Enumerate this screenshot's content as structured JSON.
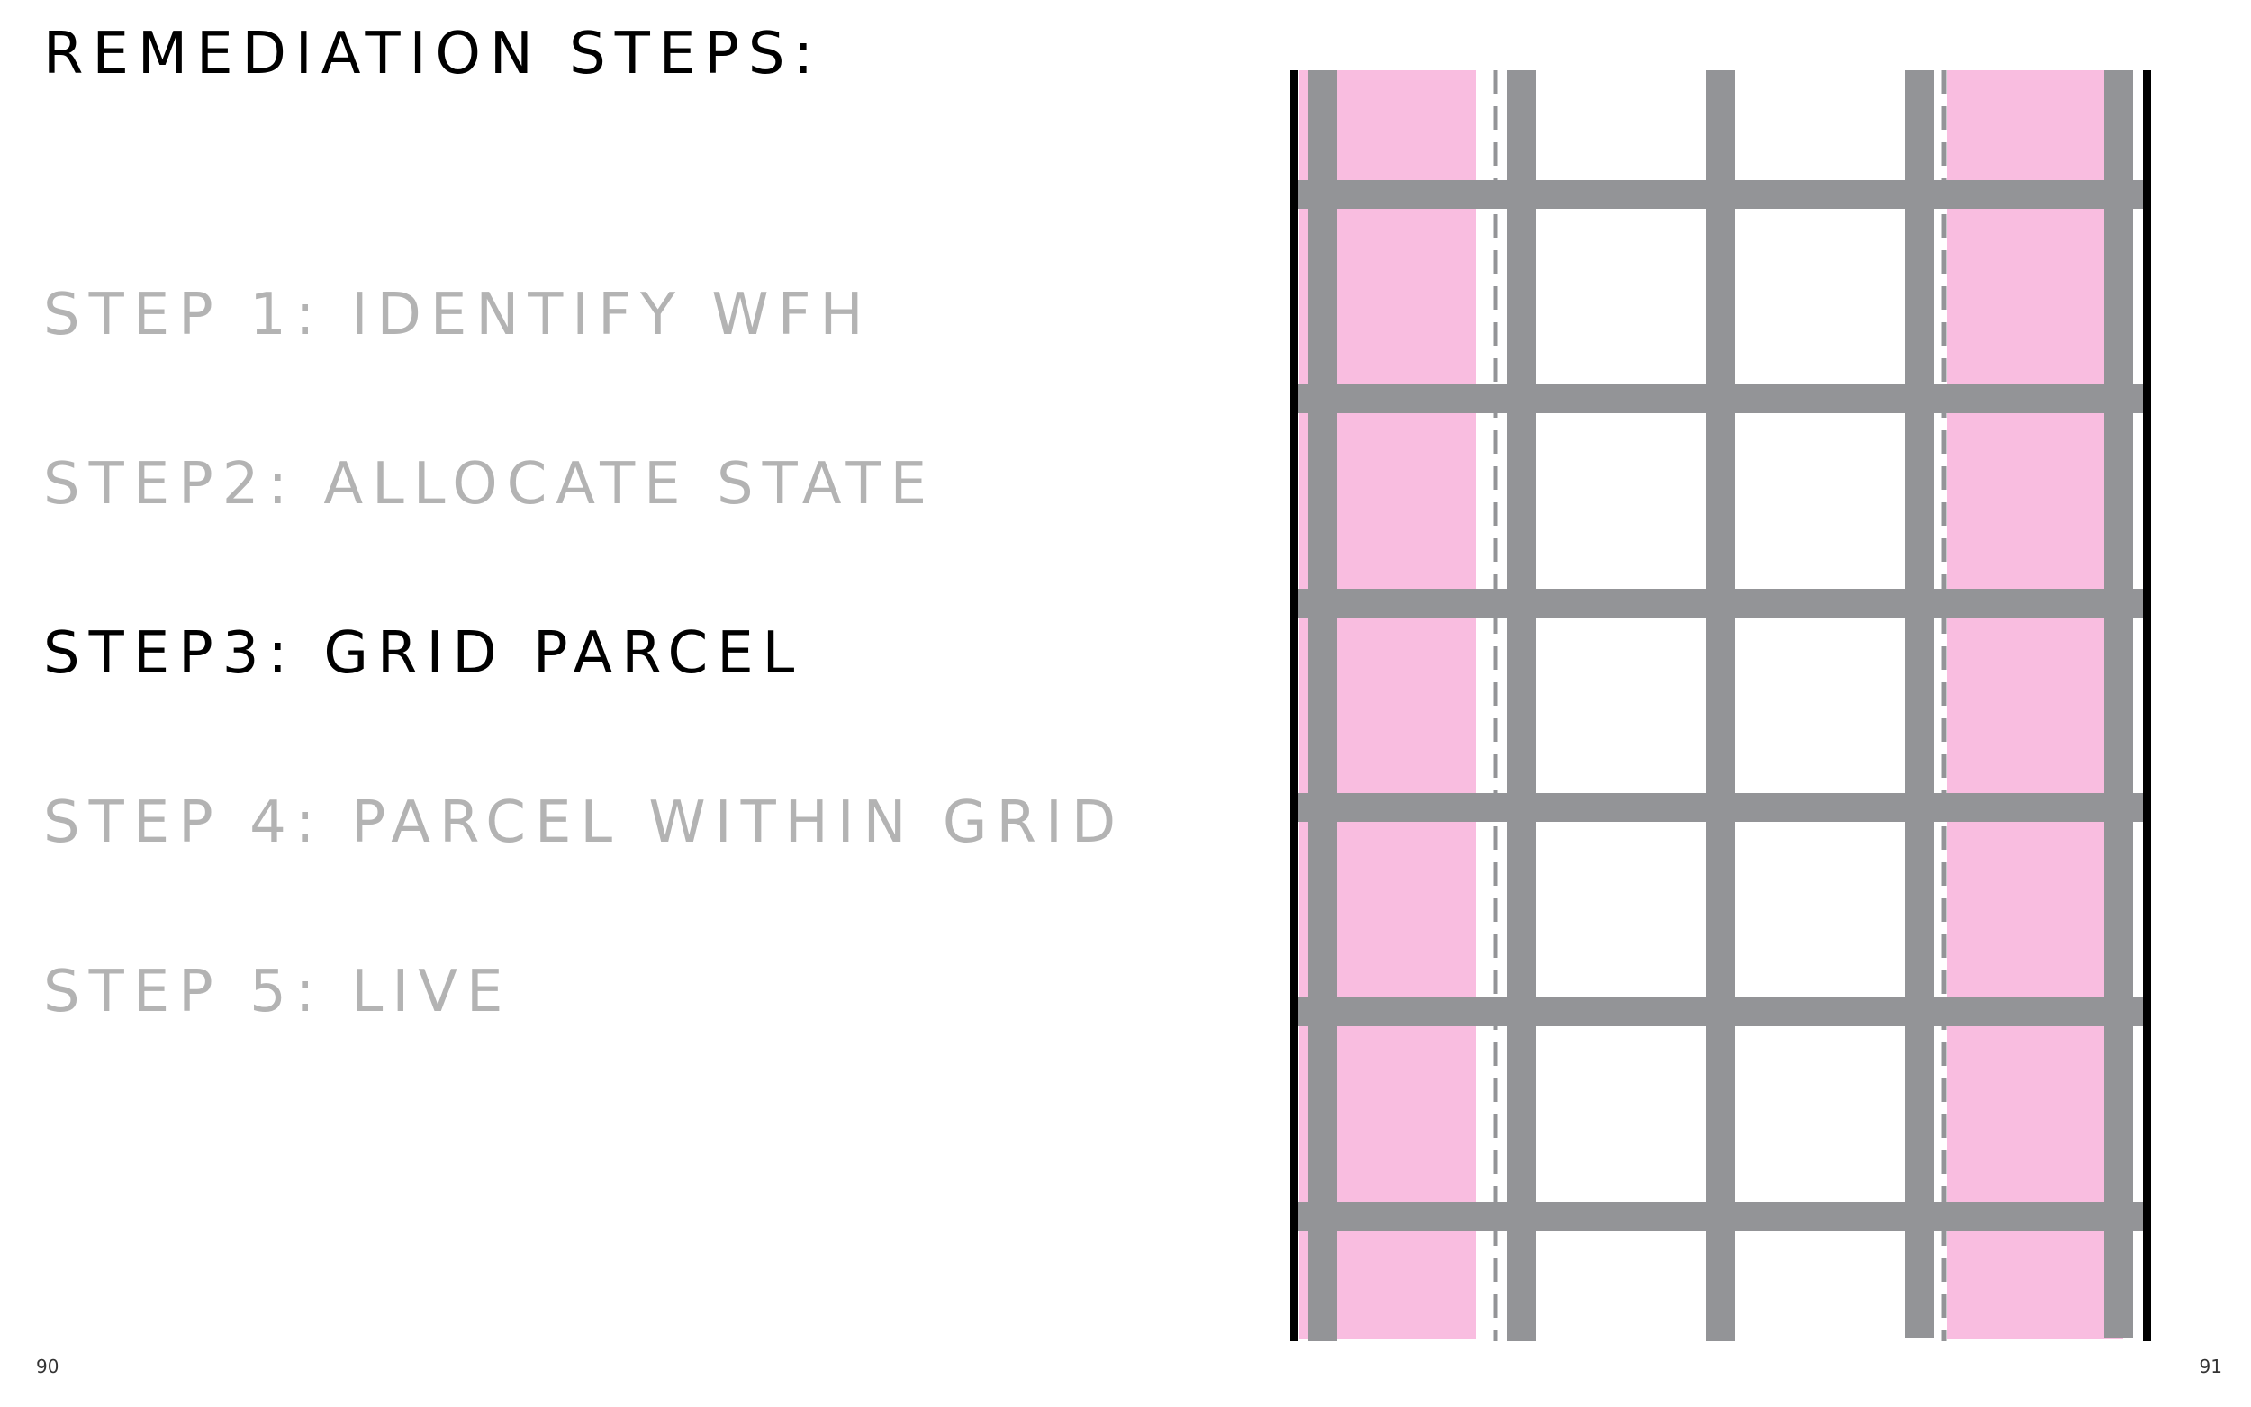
{
  "heading": "REMEDIATION STEPS:",
  "steps": [
    {
      "label": "STEP 1: IDENTIFY WFH",
      "active": false
    },
    {
      "label": "STEP2: ALLOCATE STATE",
      "active": false
    },
    {
      "label": "STEP3: GRID PARCEL",
      "active": true
    },
    {
      "label": "STEP 4: PARCEL WITHIN GRID",
      "active": false
    },
    {
      "label": "STEP 5: LIVE",
      "active": false
    }
  ],
  "page_numbers": {
    "left": "90",
    "right": "91"
  },
  "colors": {
    "parcel_fill": "#f9bde0",
    "grid_road": "#939497",
    "boundary": "#000000",
    "inactive_text": "#b3b3b3",
    "active_text": "#000000"
  }
}
